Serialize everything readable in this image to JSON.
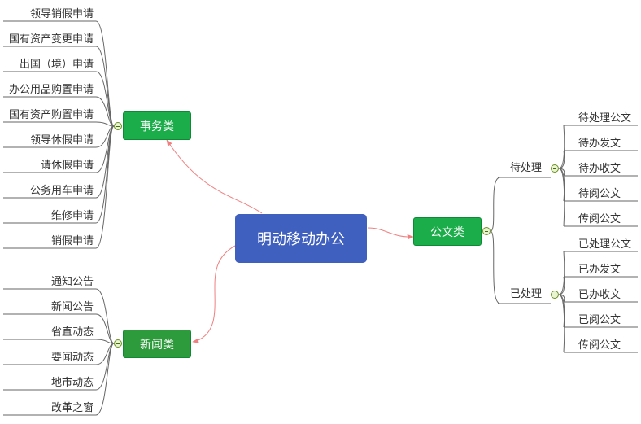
{
  "root": {
    "label": "明动移动办公",
    "color": "#4060c0"
  },
  "affairs": {
    "label": "事务类",
    "color": "#1aad4a",
    "items": [
      "领导销假申请",
      "国有资产变更申请",
      "出国（境）申请",
      "办公用品购置申请",
      "国有资产购置申请",
      "领导休假申请",
      "请休假申请",
      "公务用车申请",
      "维修申请",
      "销假申请"
    ]
  },
  "news": {
    "label": "新闻类",
    "color": "#2d9a3c",
    "items": [
      "通知公告",
      "新闻公告",
      "省直动态",
      "要闻动态",
      "地市动态",
      "改革之窗"
    ]
  },
  "documents": {
    "label": "公文类",
    "color": "#1aad4a",
    "pending": {
      "label": "待处理",
      "items": [
        "待处理公文",
        "待办发文",
        "待办收文",
        "待阅公文",
        "传阅公文"
      ]
    },
    "processed": {
      "label": "已处理",
      "items": [
        "已处理公文",
        "已办发文",
        "已办收文",
        "已阅公文",
        "传阅公文"
      ]
    }
  },
  "colors": {
    "connector": "#666666",
    "root_arrow": "#f08080"
  }
}
